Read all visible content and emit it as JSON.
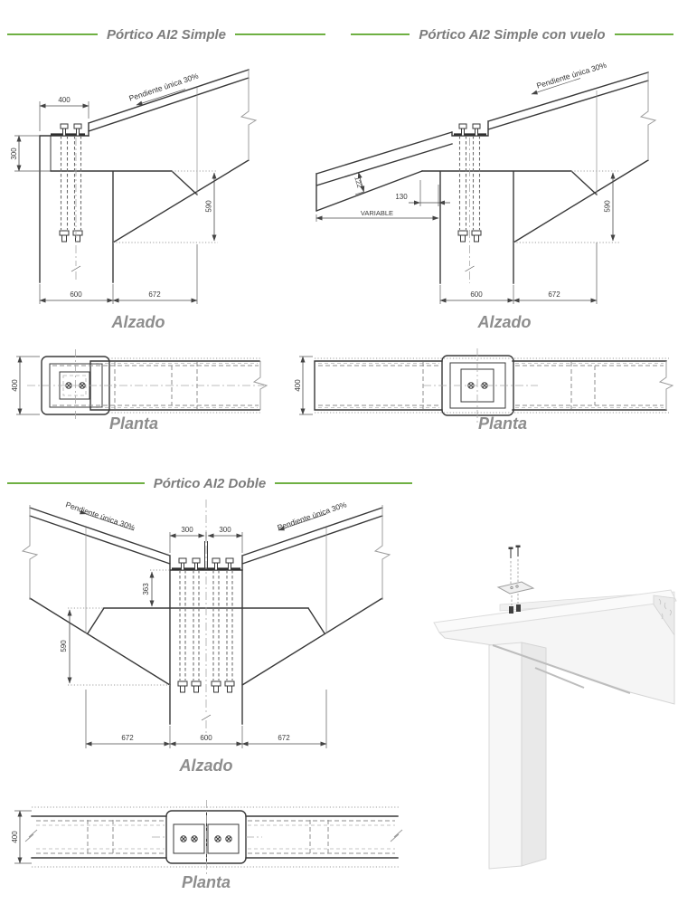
{
  "colors": {
    "accent_green": "#6fb043",
    "heading_text": "#7c7c7c",
    "view_label_text": "#8d8d8d",
    "drawing_line": "#383838"
  },
  "sections": {
    "simple": {
      "title": "Pórtico AI2 Simple",
      "slope_label": "Pendiente única 30%",
      "alzado": {
        "label": "Alzado",
        "dim_top_width": "400",
        "dim_plate_height": "300",
        "dim_haunch_depth": "590",
        "dim_col_width": "600",
        "dim_haunch_len": "672"
      },
      "planta": {
        "label": "Planta",
        "dim_depth": "400"
      }
    },
    "simple_vuelo": {
      "title": "Pórtico AI2 Simple con vuelo",
      "slope_label": "Pendiente única 30%",
      "alzado": {
        "label": "Alzado",
        "dim_end_depth": "122",
        "dim_offset": "130",
        "dim_overhang": "VARIABLE",
        "dim_col_width": "600",
        "dim_haunch_len": "672",
        "dim_haunch_depth": "590"
      },
      "planta": {
        "label": "Planta",
        "dim_depth": "400"
      }
    },
    "doble": {
      "title": "Pórtico AI2 Doble",
      "slope_label_left": "Pendiente única 30%",
      "slope_label_right": "Pendiente única 30%",
      "alzado": {
        "label": "Alzado",
        "dim_plate_left": "300",
        "dim_plate_right": "300",
        "dim_anchor": "363",
        "dim_haunch_depth": "590",
        "dim_haunch_left": "672",
        "dim_col_width": "600",
        "dim_haunch_right": "672"
      },
      "planta": {
        "label": "Planta",
        "dim_depth": "400"
      }
    }
  }
}
